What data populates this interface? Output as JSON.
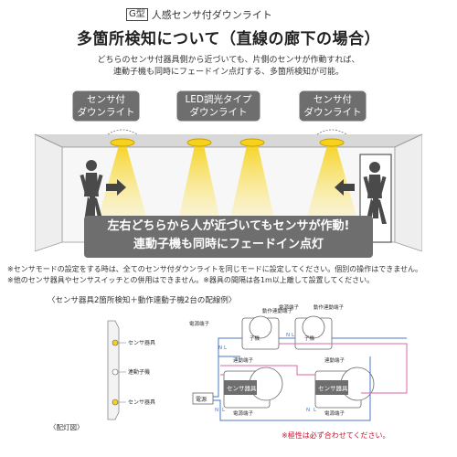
{
  "header": {
    "type_badge": "G型",
    "type_name": "人感センサ付ダウンライト",
    "title": "多箇所検知について（直線の廊下の場合）"
  },
  "intro": {
    "line1": "どちらのセンサ付器具側から近づいても、片側のセンサが作動すれば、",
    "line2": "連動子機も同時にフェードイン点灯する、多箇所検知が可能。"
  },
  "labels": {
    "left_l1": "センサ付",
    "left_l2": "ダウンライト",
    "center_l1": "LED調光タイプ",
    "center_l2": "ダウンライト",
    "right_l1": "センサ付",
    "right_l2": "ダウンライト"
  },
  "banner": {
    "line1": "左右どちらから人が近づいてもセンサが作動!",
    "line2": "連動子機も同時にフェードイン点灯"
  },
  "notes": {
    "n1": "※センサモードの設定をする時は、全てのセンサ付ダウンライトを同じモードに設定してください。個別の操作はできません。",
    "n2": "※他のセンサ器具やセンサスイッチとの併用はできません。※器具の間隔は各1m以上離して設置してください。"
  },
  "example_title": "〈センサ器具2箇所検知＋動作連動子機2台の配線例〉",
  "layout_diagram": {
    "label_sensor_top": "センサ器具",
    "label_slave": "連動子機",
    "label_sensor_bottom": "センサ器具",
    "caption": "〈配灯図〉"
  },
  "wiring": {
    "power_terminal_1": "電源端子",
    "slave_terminal_1": "動作連動端子",
    "slave_label_1": "子機",
    "power_terminal_2": "電源端子",
    "slave_terminal_2": "動作連動端子",
    "slave_label_2": "子機",
    "link_terminal_1": "連動端子",
    "link_terminal_2": "連動端子",
    "sensor_left": "センサ器具",
    "sensor_right": "センサ器具",
    "power_source": "電源",
    "power_terminal_3": "電源端子",
    "power_terminal_4": "電源端子",
    "polarity_note": "※極性は必ず合わせてください。",
    "n1": "N",
    "l1": "L",
    "n2": "N",
    "l2": "L",
    "n3": "N",
    "l3": "L",
    "n4": "N",
    "l4": "L"
  },
  "colors": {
    "label_gray": "#6e6e6e",
    "light_yellow": "#f6d21c",
    "wire_blue": "#4a78c8",
    "wire_pink": "#d96aa0",
    "warning_red": "#c8102e"
  }
}
